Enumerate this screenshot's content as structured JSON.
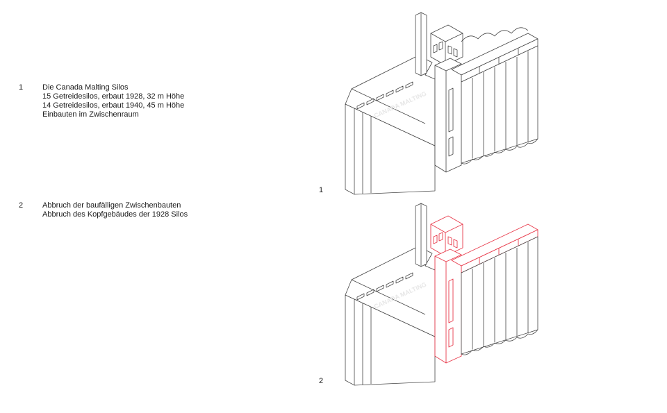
{
  "steps": [
    {
      "number": "1",
      "lines": [
        "Die Canada Malting Silos",
        "15 Getreidesilos, erbaut 1928, 32 m Höhe",
        "14 Getreidesilos, erbaut 1940, 45 m Höhe",
        "Einbauten im Zwischenraum"
      ],
      "figure_label": "1",
      "highlight_color": "#444444"
    },
    {
      "number": "2",
      "lines": [
        "Abbruch der baufälligen Zwischenbauten",
        "Abbruch des Kopfgebäudes der 1928 Silos"
      ],
      "figure_label": "2",
      "highlight_color": "#e8394a"
    }
  ],
  "facade_lettering": "CANADA MALTING",
  "colors": {
    "line": "#444444",
    "demolition": "#e8394a",
    "text": "#1a1a1a"
  }
}
